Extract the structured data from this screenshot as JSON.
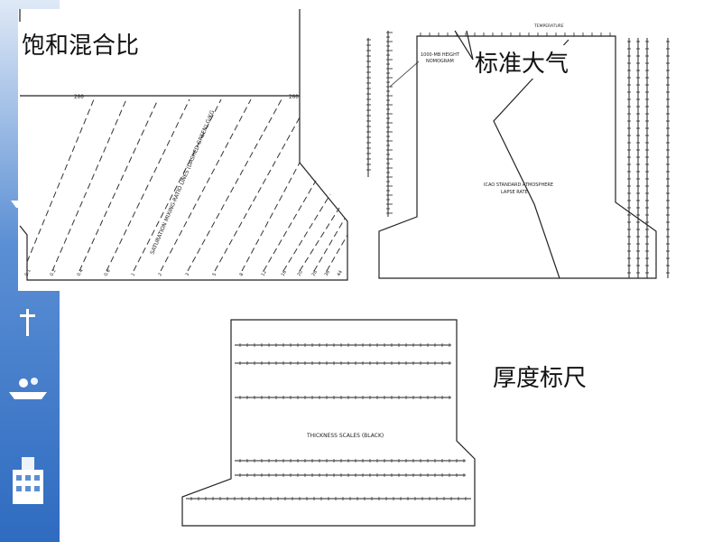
{
  "labels": {
    "mixing_ratio": "饱和混合比",
    "standard_atmosphere": "标准大气",
    "thickness_scale": "厚度标尺"
  },
  "diagram_text": {
    "mixing_ratio_lines": "SATURATION MIXING-RATIO LINES (DASHED GREEN) G/KG",
    "pressure_200_left": "200",
    "pressure_200_right": "200",
    "height_nomogram_line1": "1000-MB HEIGHT",
    "height_nomogram_line2": "NOMOGRAM",
    "icao_line1": "ICAO STANDARD ATMOSPHERE",
    "icao_line2": "LAPSE RATE",
    "temperature_header": "TEMPERATURE",
    "thickness_title": "THICKNESS SCALES (BLACK)"
  },
  "mixing_ratio_values": [
    "0.1",
    "0.2",
    "0.4",
    "0.6",
    "1",
    "2",
    "3",
    "5",
    "8",
    "12",
    "16",
    "20",
    "28",
    "36",
    "44"
  ],
  "colors": {
    "ink": "#222222",
    "sidebar_top": "#dfe9f6",
    "sidebar_bottom": "#2f6bc0"
  }
}
